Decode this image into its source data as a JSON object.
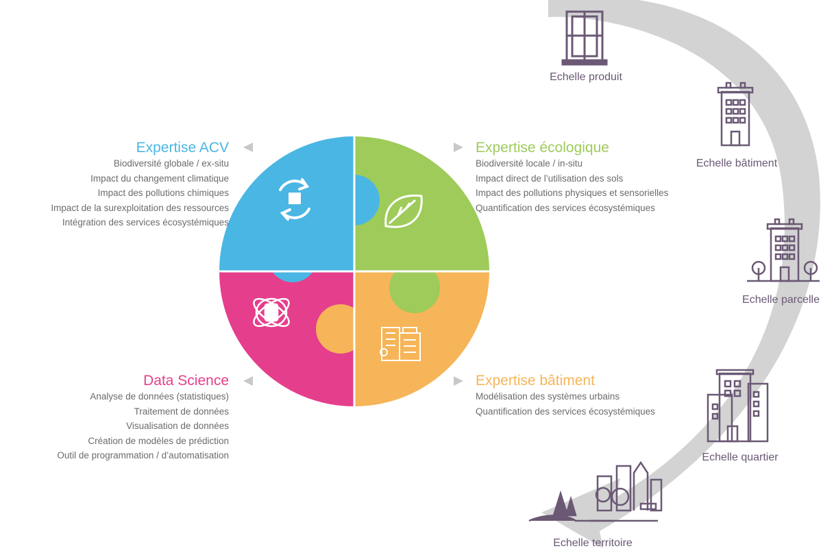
{
  "colors": {
    "acv": "#4ab6e4",
    "ecologie": "#9ecb5a",
    "data_science": "#e53e8c",
    "batiment": "#f6b558",
    "scale_icon": "#6a5874",
    "arrow": "#d3d3d3",
    "text": "#6b6b6b"
  },
  "sections": {
    "acv": {
      "title": "Expertise ACV",
      "items": [
        "Biodiversité  globale / ex-situ",
        "Impact du changement climatique",
        "Impact des pollutions chimiques",
        "Impact de la surexploitation des ressources",
        "Intégration des services écosystémiques"
      ]
    },
    "ecologie": {
      "title": "Expertise écologique",
      "items": [
        "Biodiversité  locale / in-situ",
        "Impact direct de l’utilisation des sols",
        "Impact des pollutions physiques et sensorielles",
        "Quantification des services écosystémiques"
      ]
    },
    "data_science": {
      "title": "Data Science",
      "items": [
        "Analyse de données (statistiques)",
        "Traitement de données",
        "Visualisation de données",
        "Création de modèles de prédiction",
        "Outil de programmation / d’automatisation"
      ]
    },
    "batiment": {
      "title": "Expertise bâtiment",
      "items": [
        "Modélisation des systèmes urbains",
        "Quantification des services écosystémiques"
      ]
    }
  },
  "puzzle_icons": [
    "recycle-box-icon",
    "leaf-icon",
    "database-icon",
    "buildings-icon"
  ],
  "scales": [
    {
      "label": "Echelle produit",
      "icon": "window-icon"
    },
    {
      "label": "Echelle bâtiment",
      "icon": "building-icon"
    },
    {
      "label": "Echelle parcelle",
      "icon": "parcel-icon"
    },
    {
      "label": "Echelle quartier",
      "icon": "district-icon"
    },
    {
      "label": "Echelle territoire",
      "icon": "territory-icon"
    }
  ]
}
